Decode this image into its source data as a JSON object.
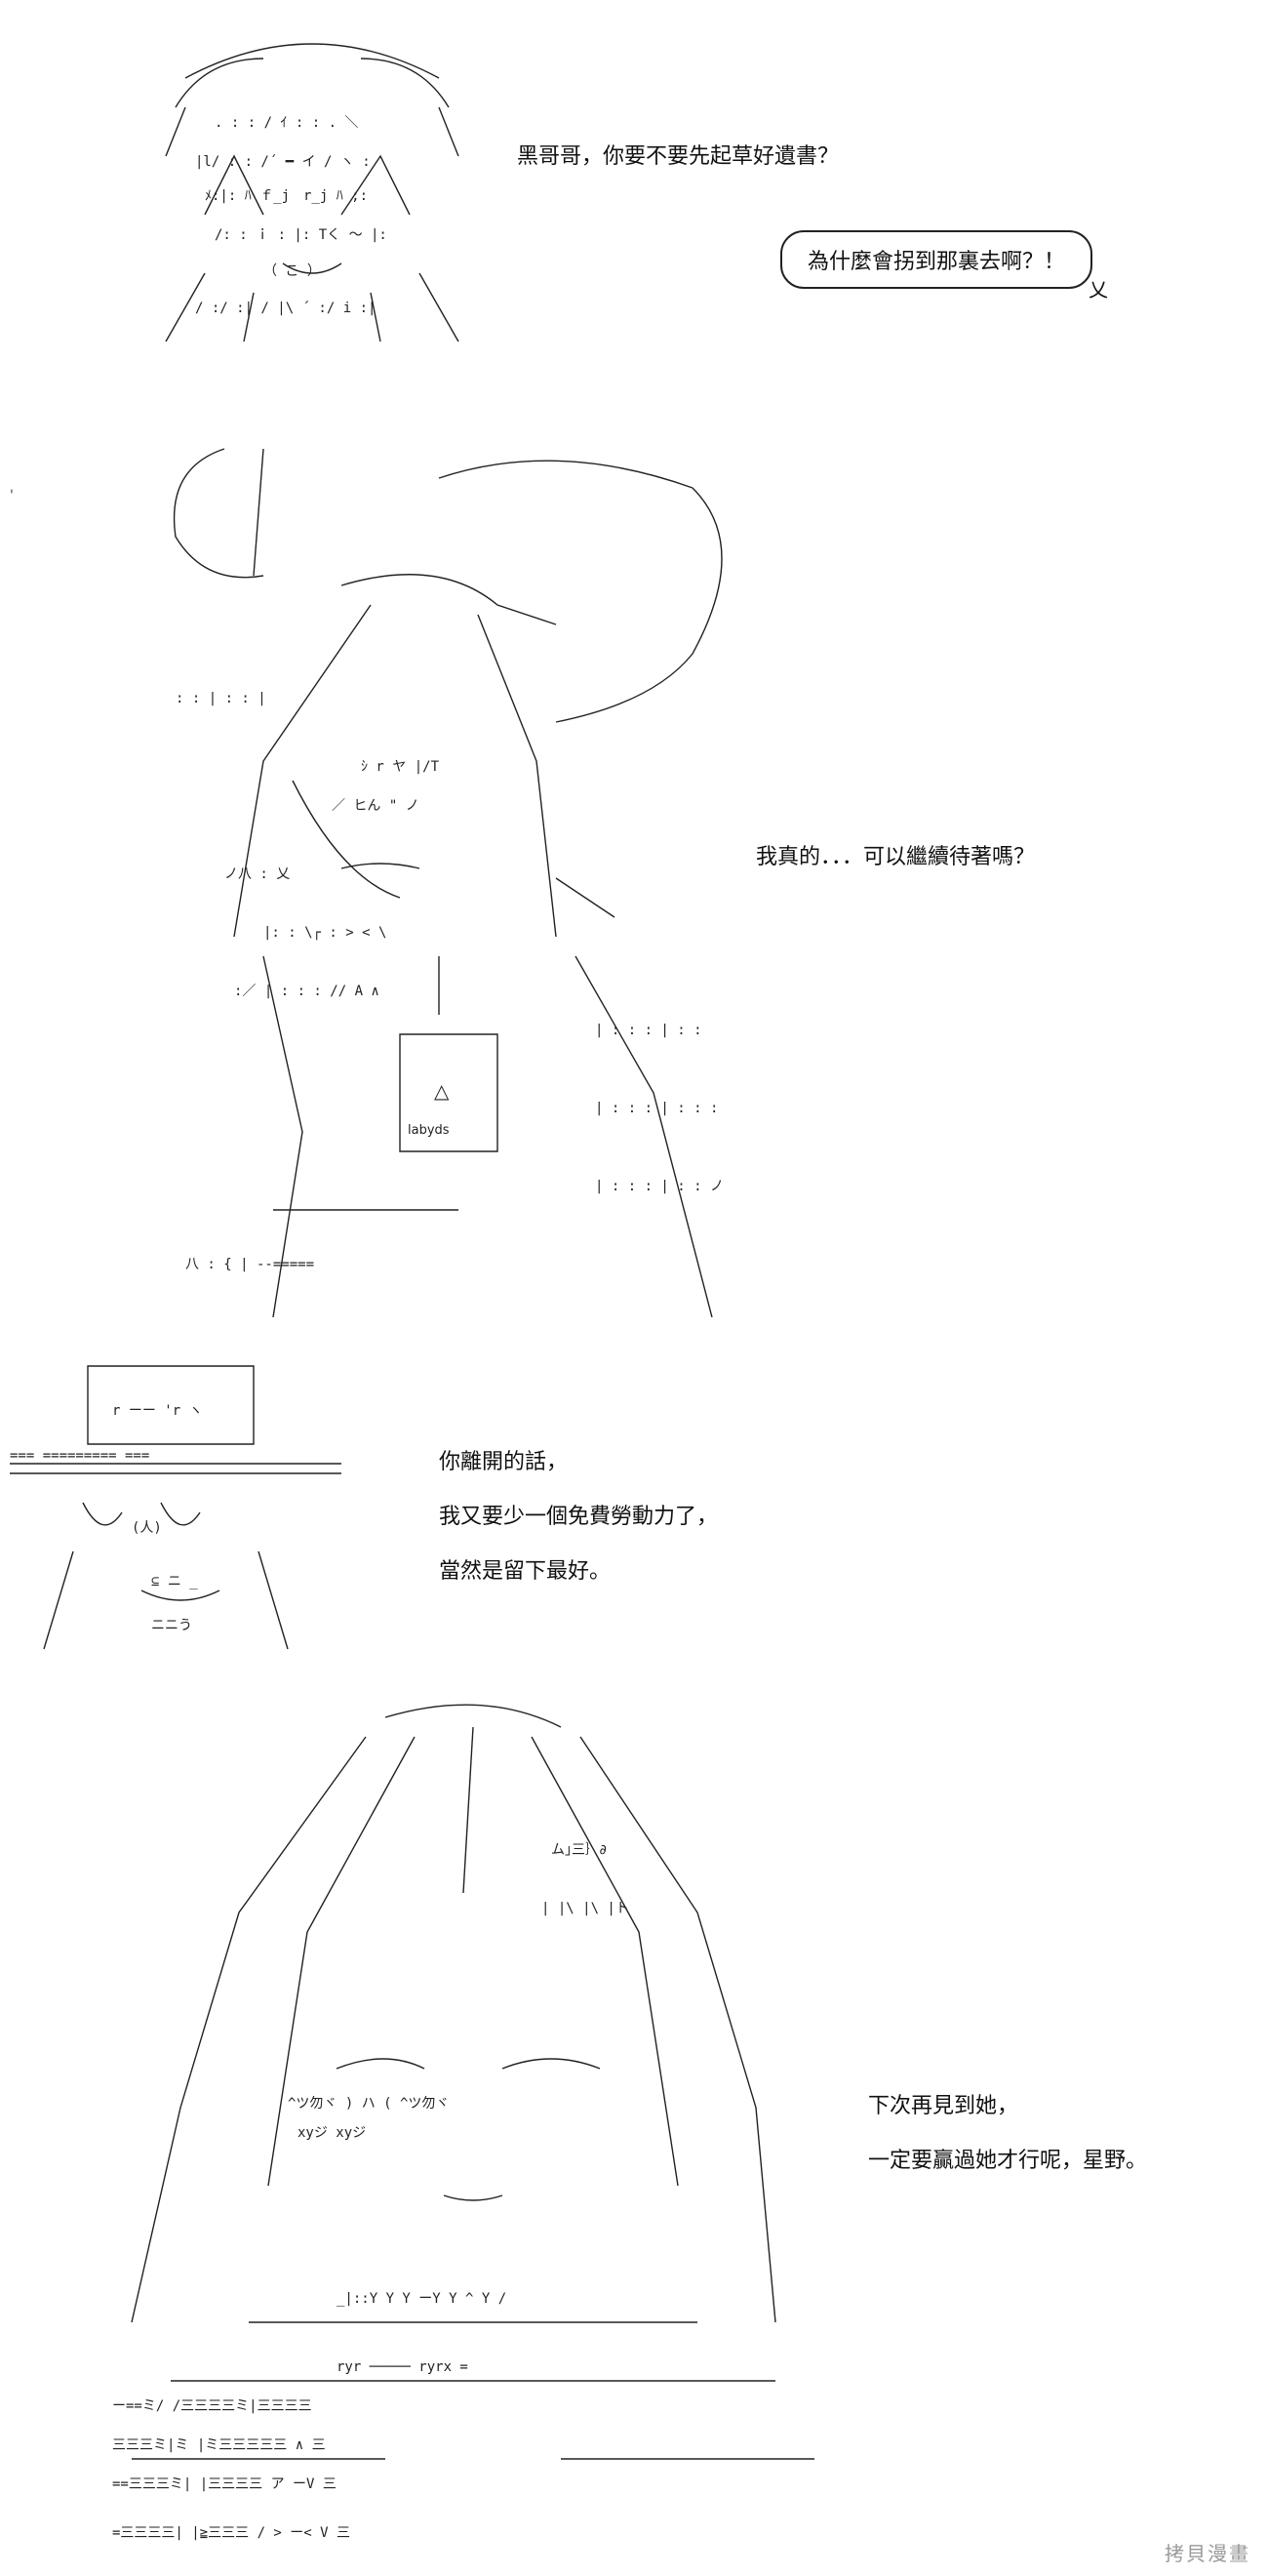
{
  "panels": [
    {
      "lines": [
        "黑哥哥，你要不要先起草好遺書？"
      ],
      "bubble": "為什麼會拐到那裏去啊？！"
    },
    {
      "lines": [
        "我真的．．．可以繼續待著嗎？"
      ],
      "art_text": "labyds"
    },
    {
      "lines": [
        "你離開的話，",
        "我又要少一個免費勞動力了，",
        "當然是留下最好。"
      ]
    },
    {
      "lines": [
        "下次再見到她，",
        "一定要贏過她才行呢，星野。"
      ]
    }
  ],
  "watermark": "拷貝漫畫"
}
